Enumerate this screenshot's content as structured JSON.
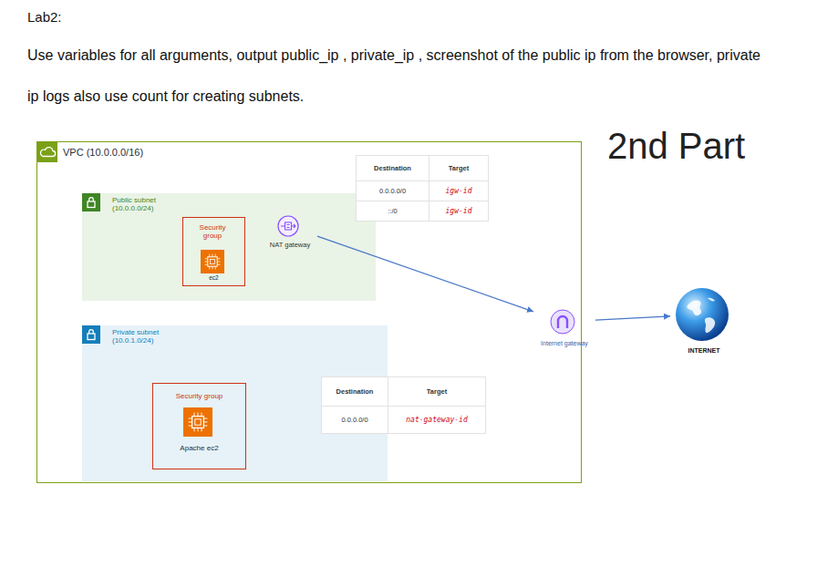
{
  "diagram": {
    "title": "Lab2:",
    "nodes": [
      {
        "text": [
          "VPC (10.0.0.0/16)"
        ]
      },
      {
        "text": [
          "Public subnet (10.0.0.0/24)"
        ],
        "in": 0
      },
      {
        "text": [
          "Security group",
          "ec2"
        ],
        "in": 1
      },
      {
        "text": [
          "NAT gateway"
        ],
        "in": 1
      },
      {
        "text": [
          "Private subnet (10.0.1.0/24)"
        ],
        "in": 0
      },
      {
        "text": [
          "Security group",
          "Apache ec2"
        ],
        "in": 4
      },
      {
        "text": [
          "Internet gateway"
        ]
      },
      {
        "text": [
          "INTERNET"
        ]
      }
    ],
    "edges": [
      {
        "from": 3,
        "to": 6,
        "arrow": "to"
      },
      {
        "from": 6,
        "to": 7,
        "arrow": "to"
      }
    ],
    "labels": [
      "Use variables for all arguments, output public_ip , private_ip , screenshot of the public ip from the browser, private ip logs also use count for creating subnets.",
      "2nd Part",
      "Destination",
      "Target",
      "0.0.0.0/0",
      "igw-id",
      "::/0",
      "igw-id",
      "Destination",
      "Target",
      "0.0.0.0/0",
      "nat-gateway-id"
    ]
  }
}
